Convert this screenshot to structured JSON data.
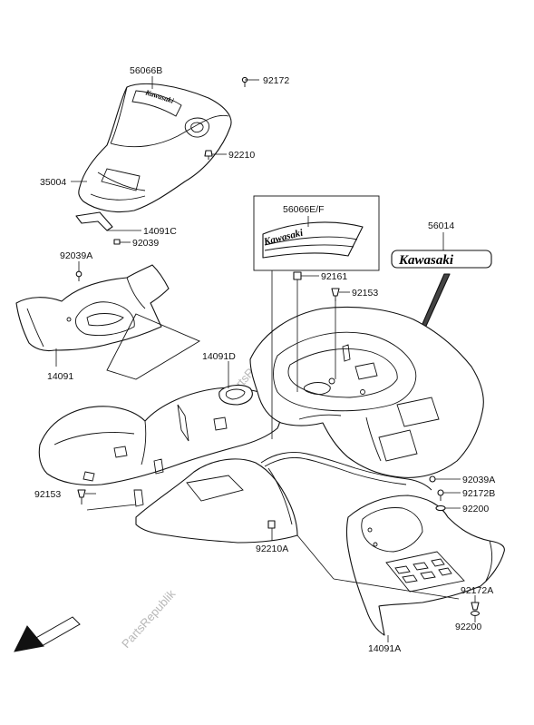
{
  "watermark": "PartsRepublik",
  "decal_text": "Kawasaki",
  "labels": {
    "l_56066B": "56066B",
    "l_92172": "92172",
    "l_92210": "92210",
    "l_35004": "35004",
    "l_14091C": "14091C",
    "l_92039A_top": "92039A",
    "l_92039": "92039",
    "l_14091": "14091",
    "l_56066EF": "56066E/F",
    "l_56014": "56014",
    "l_92161": "92161",
    "l_92153_top": "92153",
    "l_14091D": "14091D",
    "l_92153_left": "92153",
    "l_92039A_right": "92039A",
    "l_92172B": "92172B",
    "l_92200_mid": "92200",
    "l_92210A": "92210A",
    "l_92172A": "92172A",
    "l_92200_low": "92200",
    "l_14091A": "14091A"
  }
}
